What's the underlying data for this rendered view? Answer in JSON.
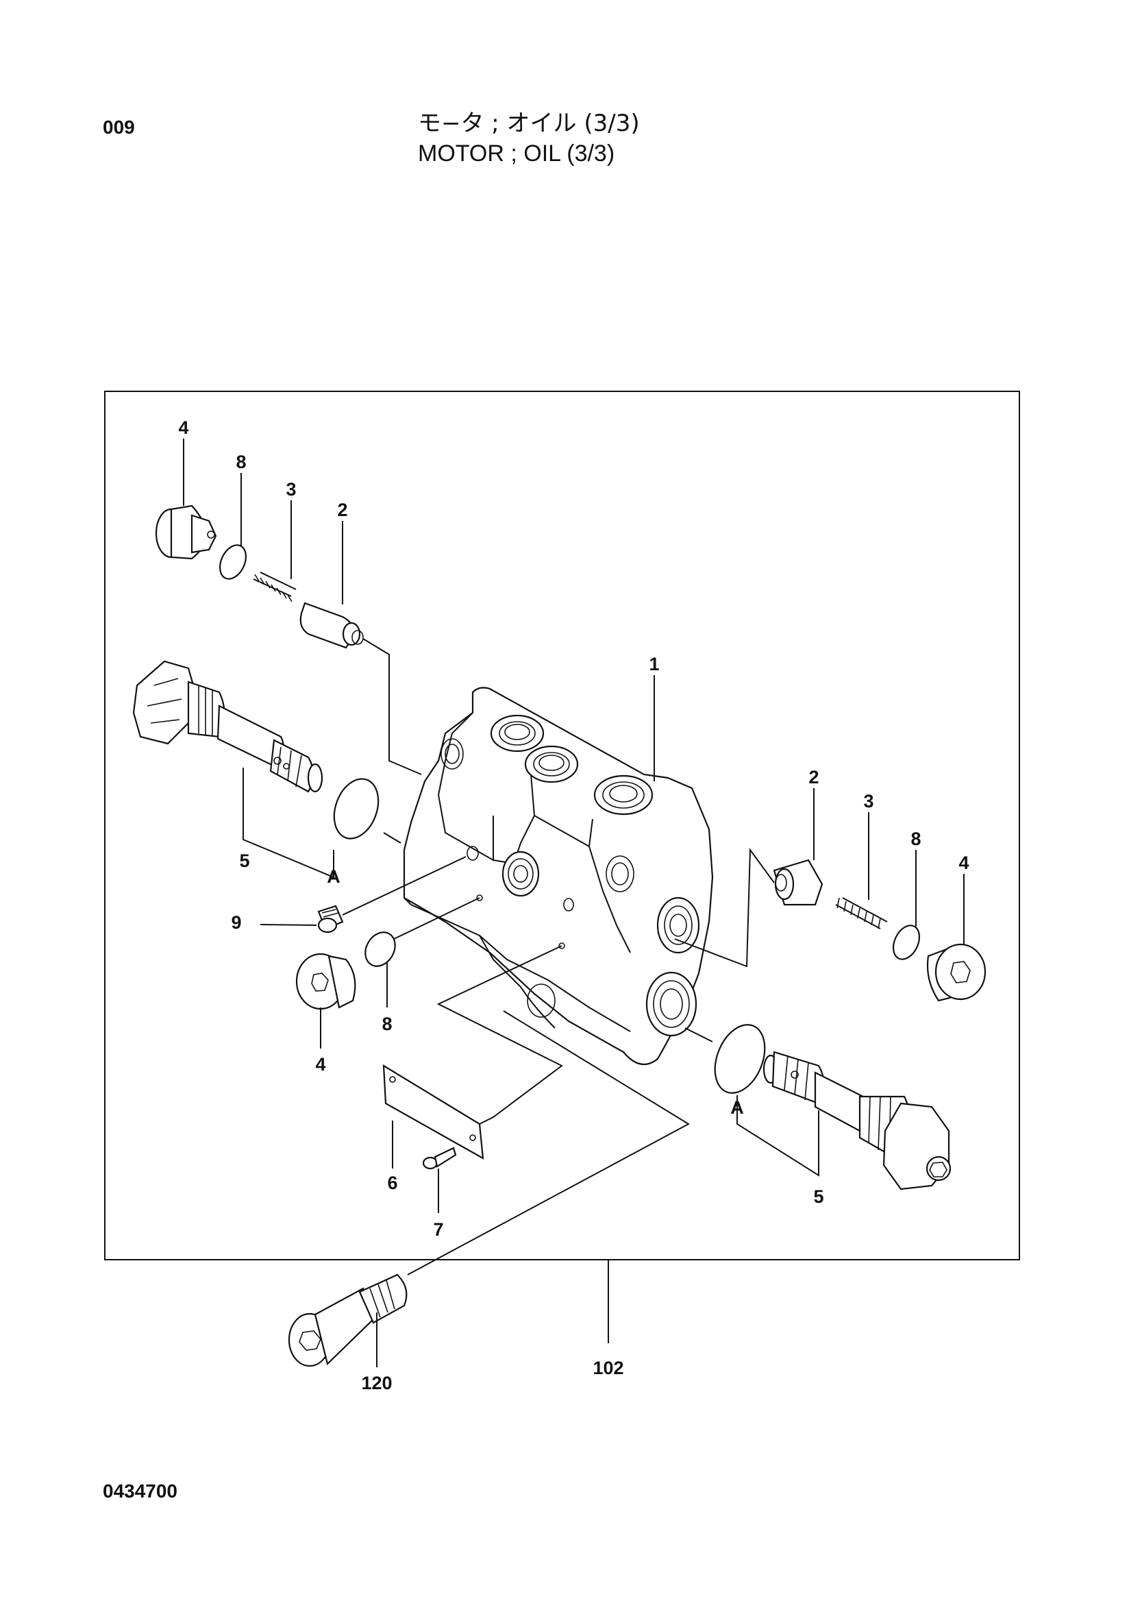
{
  "header": {
    "page_number": "009",
    "title_jp": "モ−タ ; オイル (3/3)",
    "title_en": "MOTOR ; OIL (3/3)"
  },
  "footer": {
    "drawing_code": "0434700"
  },
  "callouts": {
    "c4_tl": "4",
    "c8_tl": "8",
    "c3_tl": "3",
    "c2_tl": "2",
    "c1": "1",
    "c5_l": "5",
    "cA_l": "A",
    "c9": "9",
    "c4_ml": "4",
    "c8_m": "8",
    "c6": "6",
    "c7": "7",
    "c2_r": "2",
    "c3_r": "3",
    "c8_r": "8",
    "c4_r": "4",
    "cA_r": "A",
    "c5_r": "5",
    "c120": "120",
    "c102": "102"
  }
}
